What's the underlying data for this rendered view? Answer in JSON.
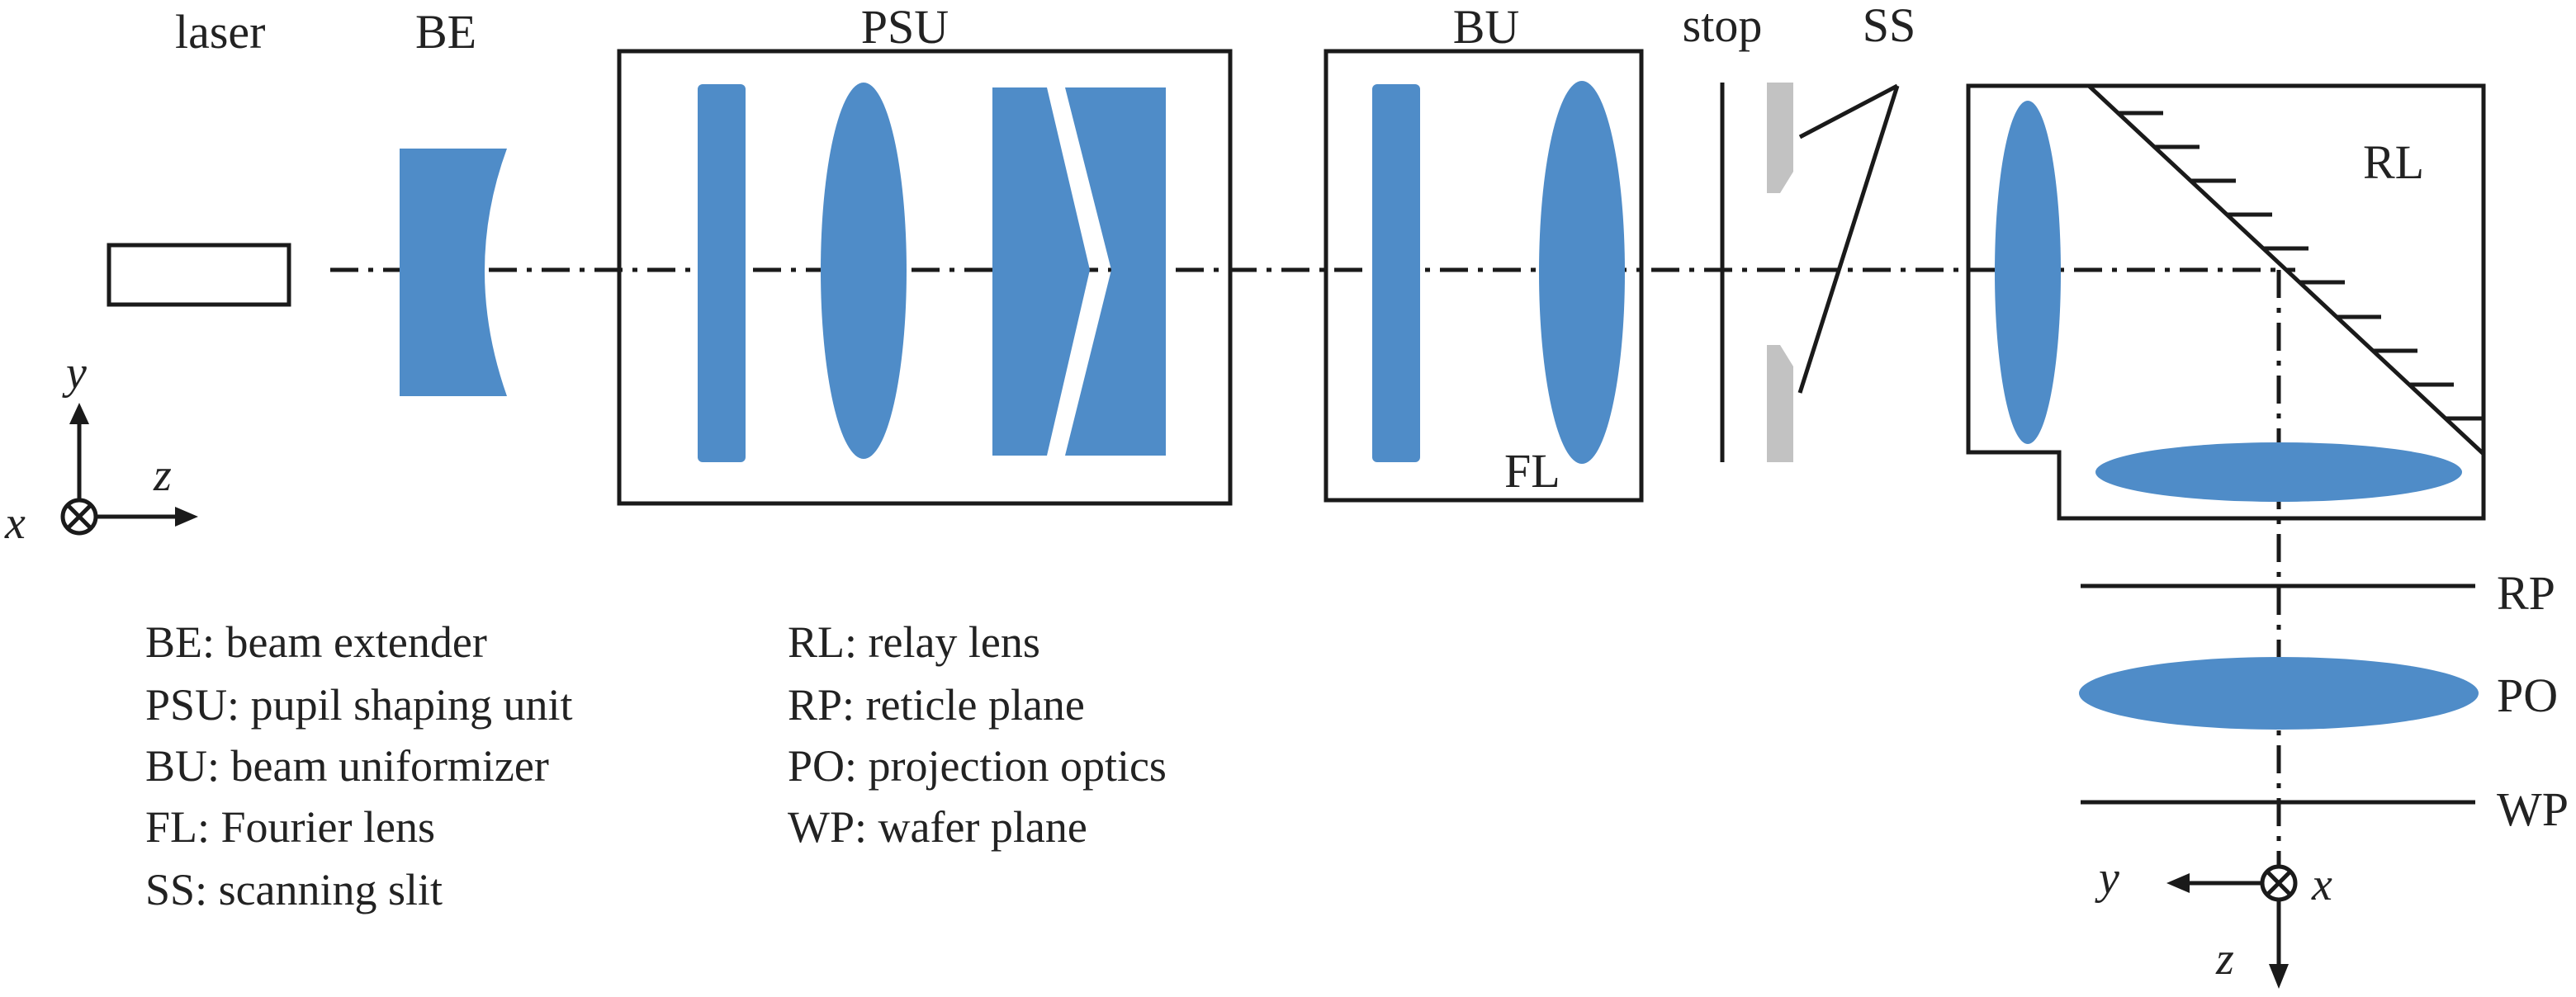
{
  "colors": {
    "lens": "#4f8cc8",
    "slit": "#c2c2c2",
    "line": "#1a1a1a",
    "text": "#222222",
    "background": "#ffffff"
  },
  "labels": {
    "laser": "laser",
    "be": "BE",
    "psu": "PSU",
    "bu": "BU",
    "stop": "stop",
    "ss": "SS",
    "rl": "RL",
    "fl": "FL",
    "rp": "RP",
    "po": "PO",
    "wp": "WP"
  },
  "axes_left": {
    "x": "x",
    "y": "y",
    "z": "z"
  },
  "axes_right": {
    "x": "x",
    "y": "y",
    "z": "z"
  },
  "legend": {
    "column1": [
      "BE: beam extender",
      "PSU: pupil shaping unit",
      "BU: beam uniformizer",
      "FL: Fourier lens",
      "SS: scanning slit"
    ],
    "column2": [
      "RL: relay lens",
      "RP: reticle plane",
      "PO: projection optics",
      "WP: wafer plane"
    ]
  }
}
